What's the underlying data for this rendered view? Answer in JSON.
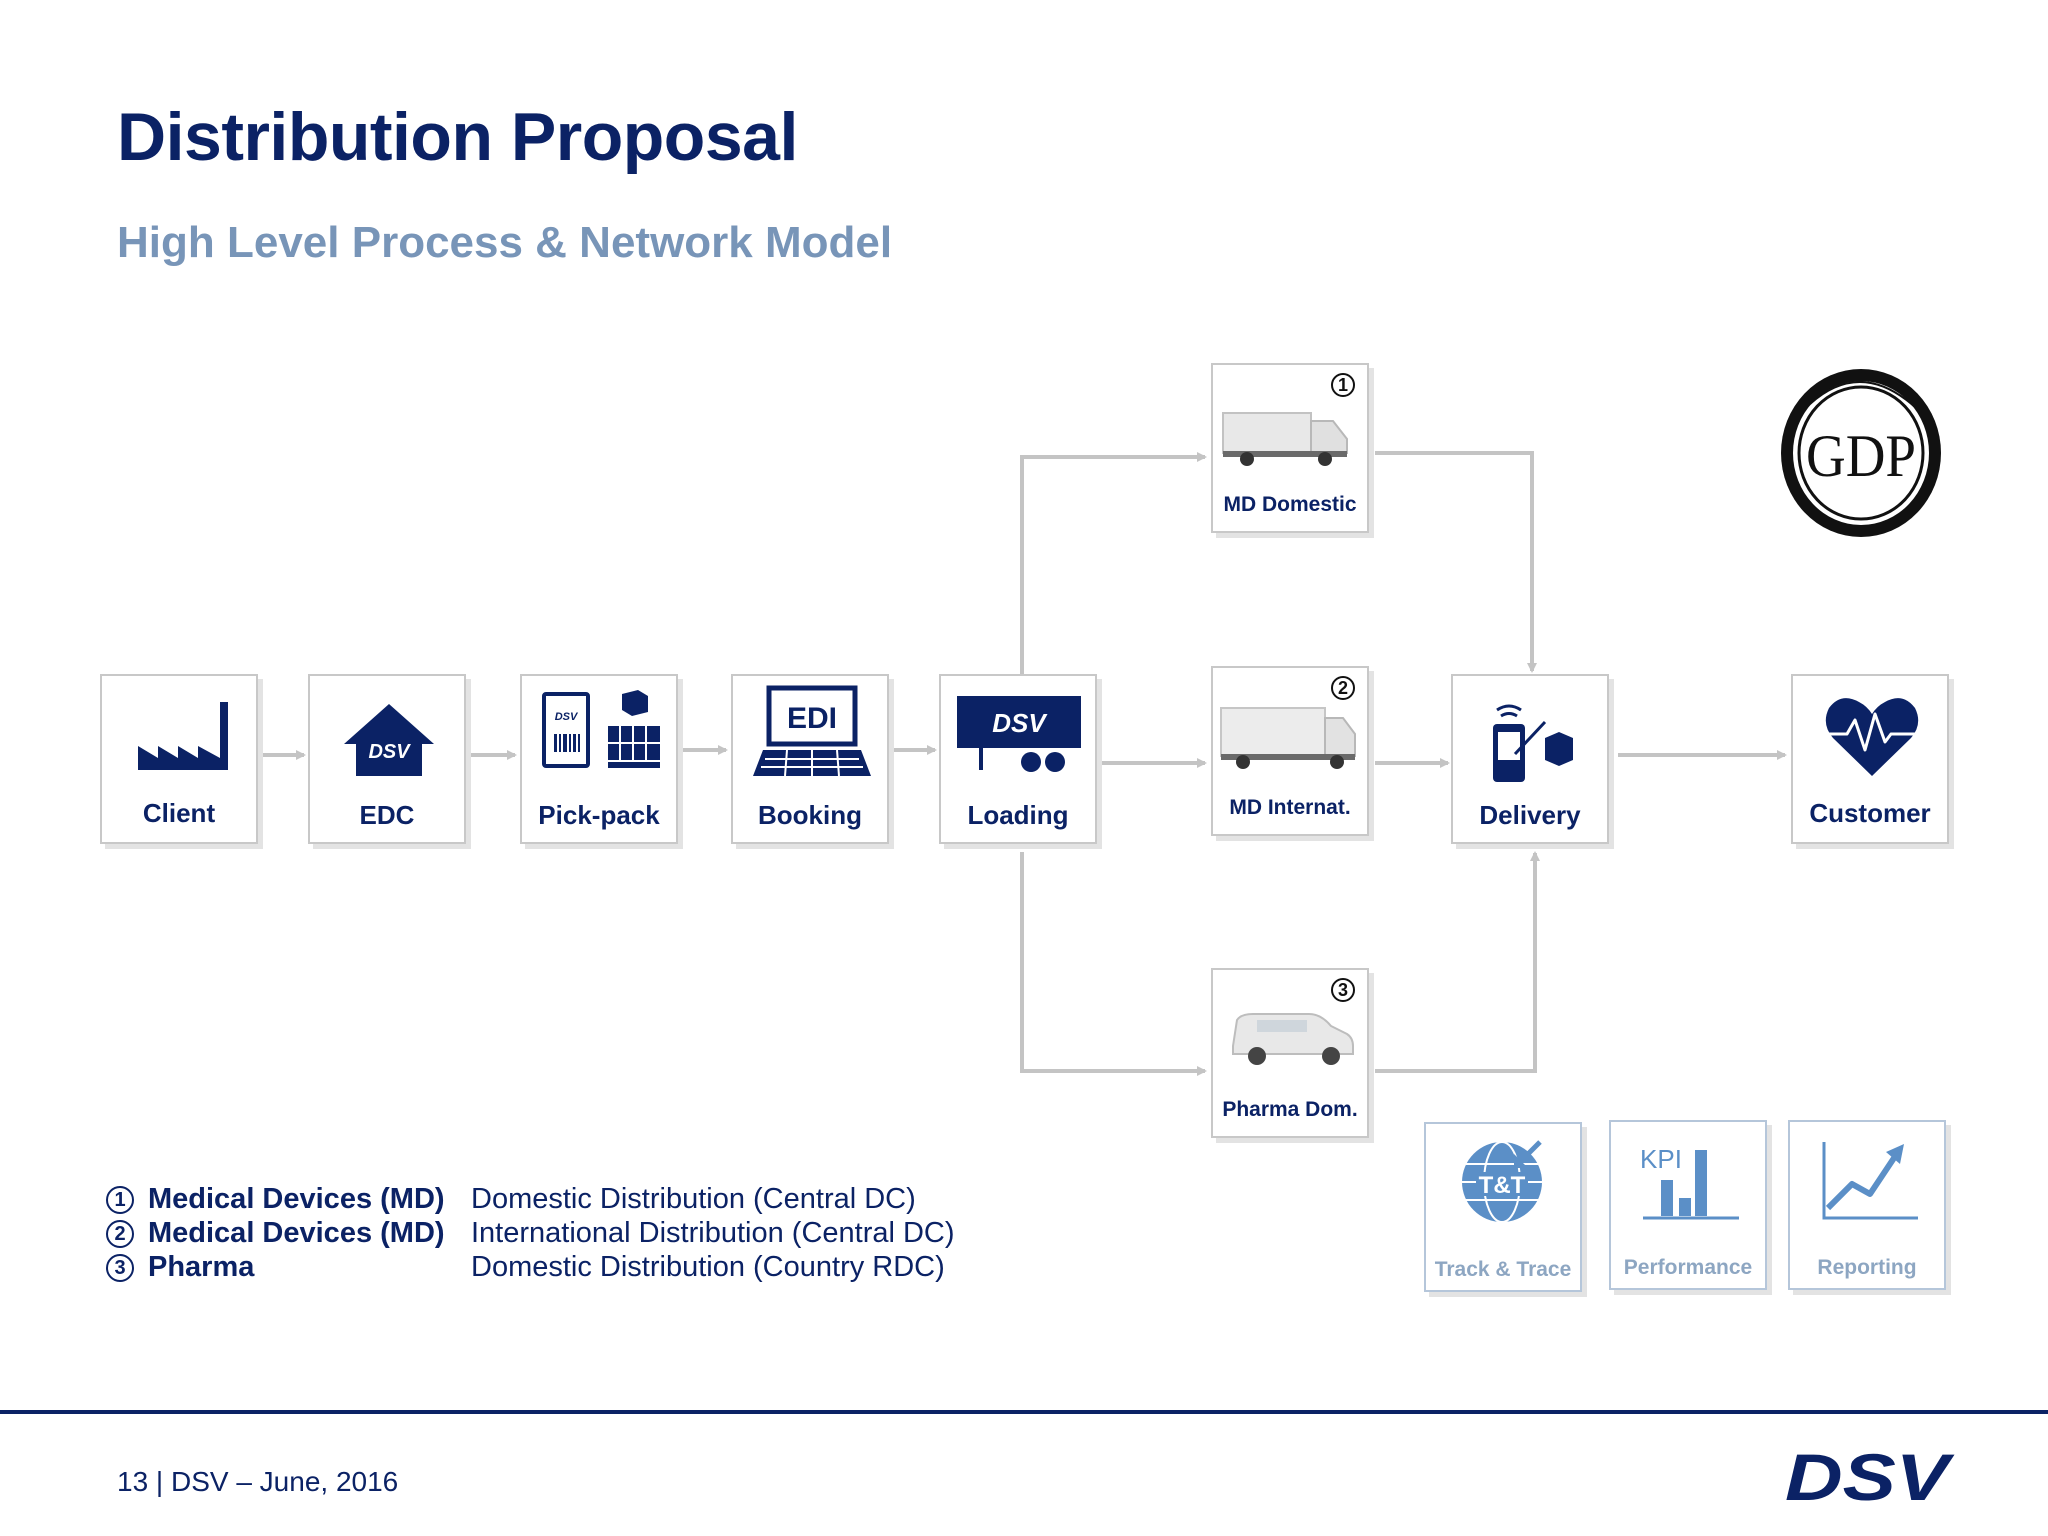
{
  "header": {
    "title": "Distribution Proposal",
    "subtitle": "High Level Process & Network Model"
  },
  "process": {
    "client": "Client",
    "edc": "EDC",
    "pick_pack": "Pick-pack",
    "booking": "Booking",
    "loading": "Loading",
    "md_domestic": "MD Domestic",
    "md_international": "MD Internat.",
    "pharma_domestic": "Pharma Dom.",
    "delivery": "Delivery",
    "customer": "Customer"
  },
  "badges": {
    "one": "1",
    "two": "2",
    "three": "3"
  },
  "icon_text": {
    "dsv": "DSV",
    "edi": "EDI",
    "tt": "T&T",
    "kpi": "KPI"
  },
  "services": {
    "track_trace": "Track & Trace",
    "performance": "Performance",
    "reporting": "Reporting"
  },
  "seal": {
    "text": "GDP"
  },
  "legend": [
    {
      "number": "1",
      "key": "Medical Devices (MD)",
      "description": "Domestic Distribution (Central DC)"
    },
    {
      "number": "2",
      "key": "Medical Devices (MD)",
      "description": "International Distribution (Central DC)"
    },
    {
      "number": "3",
      "key": "Pharma",
      "description": "Domestic Distribution (Country RDC)"
    }
  ],
  "footer": {
    "text": "13 | DSV – June, 2016",
    "logo": "DSV"
  },
  "colors": {
    "navy": "#0b2265",
    "subtitle": "#7895b8",
    "connector": "#c4c4c4",
    "service_blue": "#5b8fc7"
  }
}
